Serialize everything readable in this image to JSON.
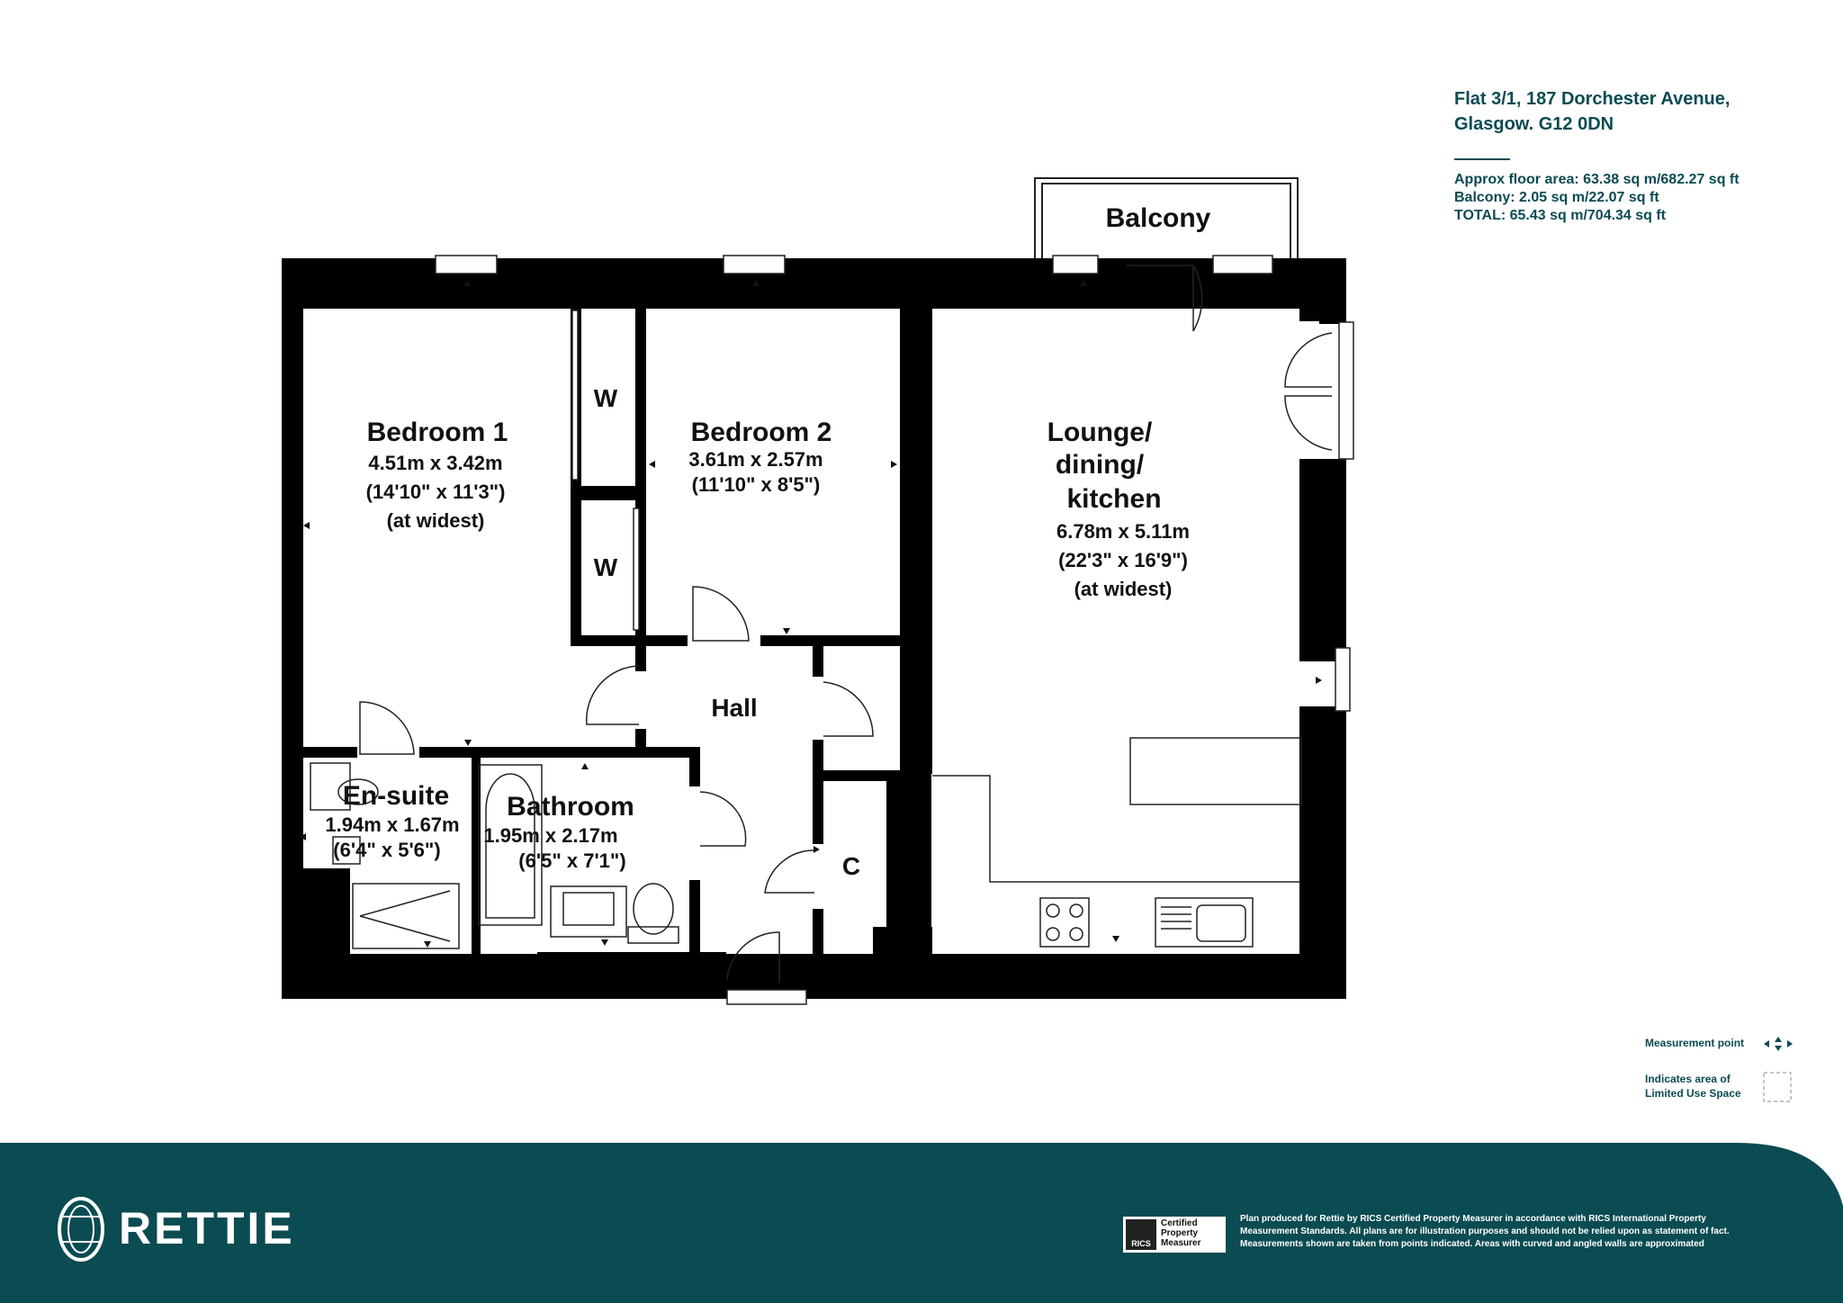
{
  "property": {
    "address_line1": "Flat 3/1, 187 Dorchester Avenue,",
    "address_line2": "Glasgow. G12 0DN",
    "approx_floor_area": "Approx floor area: 63.38 sq m/682.27 sq ft",
    "balcony_area": "Balcony: 2.05 sq m/22.07 sq ft",
    "total_area": "TOTAL: 65.43 sq m/704.34 sq ft"
  },
  "rooms": {
    "bedroom1": {
      "name": "Bedroom 1",
      "metric": "4.51m x 3.42m",
      "imperial": "(14'10\" x 11'3\")",
      "note": "(at widest)"
    },
    "bedroom2": {
      "name": "Bedroom 2",
      "metric": "3.61m x 2.57m",
      "imperial": "(11'10\" x 8'5\")"
    },
    "lounge": {
      "name_line1": "Lounge/",
      "name_line2": "dining/",
      "name_line3": "kitchen",
      "metric": "6.78m x 5.11m",
      "imperial": "(22'3\" x 16'9\")",
      "note": "(at widest)"
    },
    "ensuite": {
      "name": "En-suite",
      "metric": "1.94m x 1.67m",
      "imperial": "(6'4\" x 5'6\")"
    },
    "bathroom": {
      "name": "Bathroom",
      "metric": "1.95m x 2.17m",
      "imperial": "(6'5\" x 7'1\")"
    },
    "hall": {
      "name": "Hall"
    },
    "balcony": {
      "name": "Balcony"
    },
    "wardrobe1": {
      "name": "W"
    },
    "wardrobe2": {
      "name": "W"
    },
    "cupboard": {
      "name": "C"
    }
  },
  "legend": {
    "measurement_point": "Measurement point",
    "limited_use_line1": "Indicates area of",
    "limited_use_line2": "Limited Use Space"
  },
  "footer": {
    "brand": "RETTIE",
    "rics_badge_line1": "Certified",
    "rics_badge_line2": "Property",
    "rics_badge_line3": "Measurer",
    "rics_mark": "RICS",
    "disclaimer_line1": "Plan produced for Rettie by RICS Certified Property Measurer in accordance with RICS International Property",
    "disclaimer_line2": "Measurement Standards.  All plans are for illustration purposes and should not be relied upon as statement of fact.",
    "disclaimer_line3": "Measurements shown are taken from points indicated. Areas with curved and angled walls are approximated",
    "color_teal": "#0b4b52"
  }
}
